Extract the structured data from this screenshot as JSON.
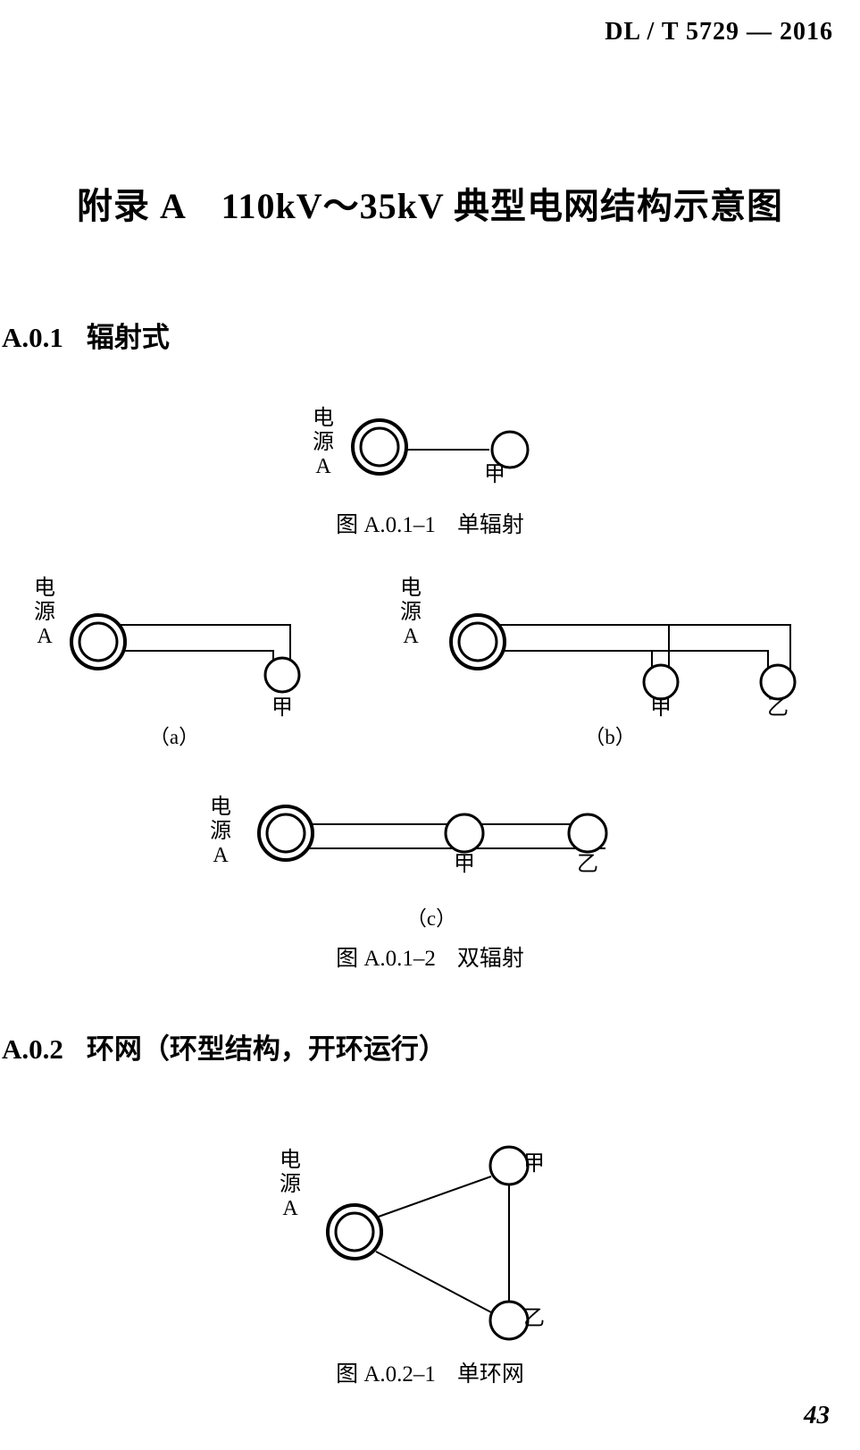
{
  "header": {
    "standard_id": "DL / T 5729 — 2016"
  },
  "appendix": {
    "title": "附录 A　110kV～35kV 典型电网结构示意图"
  },
  "sections": [
    {
      "number": "A.0.1",
      "title": "辐射式"
    },
    {
      "number": "A.0.2",
      "title": "环网（环型结构，开环运行）"
    }
  ],
  "figures": [
    {
      "id": "A.0.1-1",
      "caption_number": "图 A.0.1–1",
      "caption_title": "单辐射",
      "type": "single-radial",
      "nodes": [
        {
          "name": "source",
          "label_lines": [
            "电",
            "源",
            "A"
          ]
        },
        {
          "name": "substation-jia",
          "label": "甲"
        }
      ]
    },
    {
      "id": "A.0.1-2",
      "caption_number": "图 A.0.1–2",
      "caption_title": "双辐射",
      "type": "double-radial",
      "sub_figures": [
        {
          "label": "（a）",
          "nodes": [
            {
              "name": "source",
              "label_lines": [
                "电",
                "源",
                "A"
              ]
            },
            {
              "name": "substation-jia",
              "label": "甲"
            }
          ]
        },
        {
          "label": "（b）",
          "nodes": [
            {
              "name": "source",
              "label_lines": [
                "电",
                "源",
                "A"
              ]
            },
            {
              "name": "substation-jia",
              "label": "甲"
            },
            {
              "name": "substation-yi",
              "label": "乙"
            }
          ]
        },
        {
          "label": "（c）",
          "nodes": [
            {
              "name": "source",
              "label_lines": [
                "电",
                "源",
                "A"
              ]
            },
            {
              "name": "substation-jia",
              "label": "甲"
            },
            {
              "name": "substation-yi",
              "label": "乙"
            }
          ]
        }
      ]
    },
    {
      "id": "A.0.2-1",
      "caption_number": "图 A.0.2–1",
      "caption_title": "单环网",
      "type": "single-ring",
      "nodes": [
        {
          "name": "source",
          "label_lines": [
            "电",
            "源",
            "A"
          ]
        },
        {
          "name": "substation-jia",
          "label": "甲"
        },
        {
          "name": "substation-yi",
          "label": "乙"
        }
      ]
    }
  ],
  "footer": {
    "page_number": "43"
  },
  "colors": {
    "ink": "#000000",
    "paper": "#ffffff"
  }
}
